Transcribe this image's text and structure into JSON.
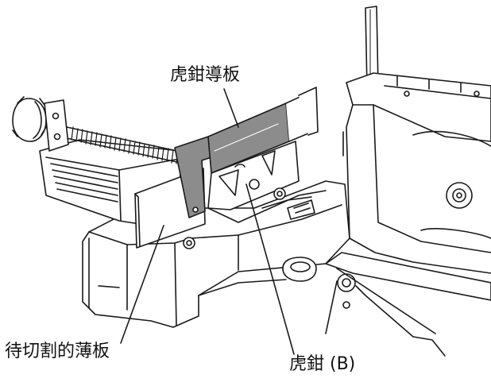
{
  "callouts": {
    "vise_guide_plate": "虎鉗導板",
    "workpiece_thin_plate": "待切割的薄板",
    "vise_b": "虎鉗 (B)"
  },
  "colors": {
    "line": "#1a1a1a",
    "gray_fill": "#8c8c8c",
    "dark_fill": "#6f6f6f",
    "background": "#ffffff"
  }
}
